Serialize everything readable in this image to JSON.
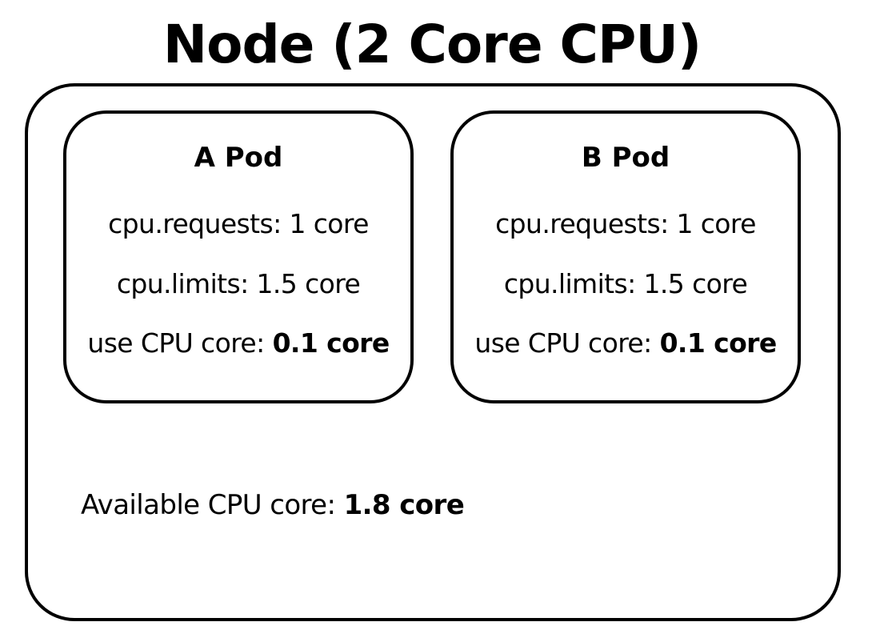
{
  "title": "Node (2 Core CPU)",
  "pods": [
    {
      "name": "A Pod",
      "requests_label": "cpu.requests: 1 core",
      "limits_label": "cpu.limits: 1.5 core",
      "use_prefix": "use CPU core: ",
      "use_value": "0.1 core"
    },
    {
      "name": "B Pod",
      "requests_label": "cpu.requests: 1 core",
      "limits_label": "cpu.limits: 1.5 core",
      "use_prefix": "use CPU core: ",
      "use_value": "0.1 core"
    }
  ],
  "available": {
    "prefix": "Available CPU core: ",
    "value": "1.8 core"
  }
}
